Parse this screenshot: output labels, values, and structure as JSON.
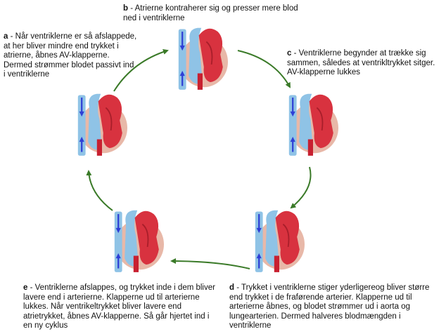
{
  "captions": {
    "a": {
      "letter": "a",
      "dash": " - ",
      "text": "Når ventriklerne er så afslappede, at her bliver mindre end trykket i atrierne, åbnes AV-klapperne. Dermed strømmer blodet passivt ind i ventriklerne"
    },
    "b": {
      "letter": "b",
      "dash": " - ",
      "text": "Atrierne kontraherer sig og presser mere blod ned i ventriklerne"
    },
    "c": {
      "letter": "c",
      "dash": " - ",
      "text": "Ventriklerne begynder at trække sig sammen, således at ventrikltrykket sitger. AV-klapperne lukkes"
    },
    "d": {
      "letter": "d",
      "dash": " - ",
      "text": "Trykket i ventriklerne stiger yderligereog bliver større end trykket i de fraførende arterier. Klapperne ud til arterierne åbnes, og blodet strømmer ud i aorta og lungearterien. Dermed halveres blodmængden i ventriklerne"
    },
    "e": {
      "letter": "e",
      "dash": " - ",
      "text": "Ventriklerne afslappes, og trykket inde i dem bliver lavere end i arterierne. Klapperne ud til arterierne lukkes. Når ventrikeltrykket bliver lavere end atrietrykket, åbnes AV-klapperne. Så går hjertet ind i en ny cyklus"
    }
  },
  "colors": {
    "arrow_green": "#3a7a28",
    "flow_blue": "#2f3fd6",
    "vein_blue": "#8fc3e6",
    "heart_red": "#d8323f",
    "pericardium": "#e8b8a8"
  }
}
